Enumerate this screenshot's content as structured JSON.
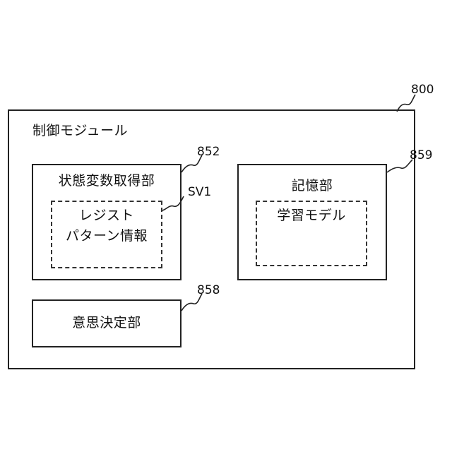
{
  "outer": {
    "label": "制御モジュール",
    "ref": "800"
  },
  "state_acquisition": {
    "label": "状態変数取得部",
    "ref": "852"
  },
  "register_pattern": {
    "line1": "レジスト",
    "line2": "パターン情報",
    "ref": "SV1"
  },
  "storage": {
    "label": "記憶部",
    "ref": "859"
  },
  "learning_model": {
    "label": "学習モデル"
  },
  "decision": {
    "label": "意思決定部",
    "ref": "858"
  }
}
